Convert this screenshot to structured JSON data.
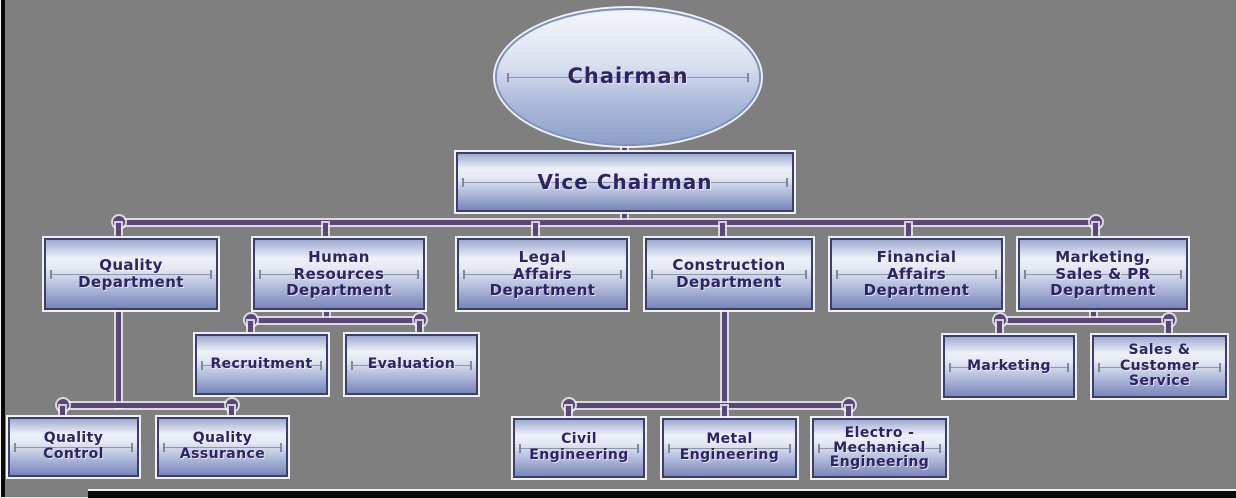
{
  "chart": {
    "type": "org-chart",
    "nodes": {
      "chairman": {
        "label": "Chairman"
      },
      "vice_chairman": {
        "label": "Vice Chairman"
      },
      "departments": [
        {
          "id": "quality",
          "label": "Quality\nDepartment"
        },
        {
          "id": "human-resources",
          "label": "Human\nResources\nDepartment"
        },
        {
          "id": "legal-affairs",
          "label": "Legal\nAffairs\nDepartment"
        },
        {
          "id": "construction",
          "label": "Construction\nDepartment"
        },
        {
          "id": "financial-affairs",
          "label": "Financial\nAffairs\nDepartment"
        },
        {
          "id": "marketing-sales-pr",
          "label": "Marketing,\nSales & PR\nDepartment"
        }
      ],
      "quality_children": [
        {
          "label": "Quality\nControl"
        },
        {
          "label": "Quality\nAssurance"
        }
      ],
      "hr_children": [
        {
          "label": "Recruitment"
        },
        {
          "label": "Evaluation"
        }
      ],
      "construction_children": [
        {
          "label": "Civil\nEngineering"
        },
        {
          "label": "Metal\nEngineering"
        },
        {
          "label": "Electro -\nMechanical\nEngineering"
        }
      ],
      "marketing_children": [
        {
          "label": "Marketing"
        },
        {
          "label": "Sales &\nCustomer\nService"
        }
      ]
    },
    "colors": {
      "background": "#7f7f7f",
      "connector": "#5a4778",
      "node_border": "#3e3e6d",
      "node_fill_top": "#9dabd1",
      "node_fill_light": "#eef1f8",
      "node_fill_bottom": "#7886ba",
      "node_text": "#2d2366",
      "edge_black": "#0a0a0a"
    }
  }
}
